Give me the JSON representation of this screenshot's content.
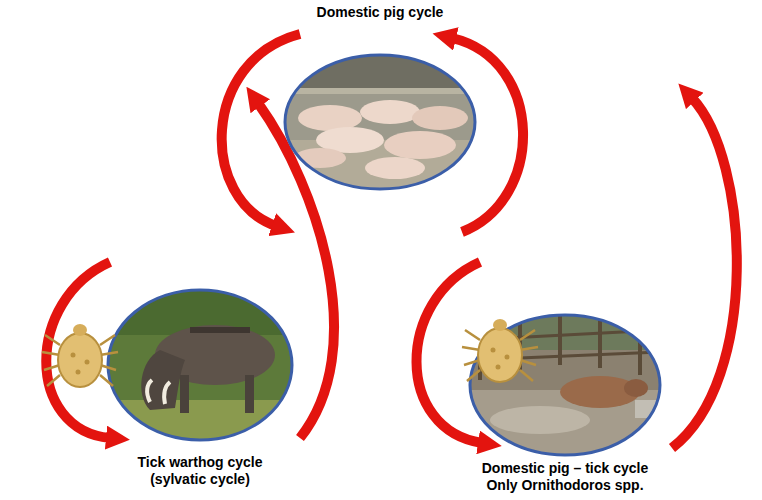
{
  "diagram": {
    "nodes": [
      {
        "text": [
          "Domestic pig cycle"
        ]
      },
      {
        "text": [
          "Tick warthog cycle (sylvatic cycle)"
        ]
      },
      {
        "text": [
          "Domestic pig – tick cycle",
          "Only Ornithodoros spp."
        ]
      }
    ]
  }
}
